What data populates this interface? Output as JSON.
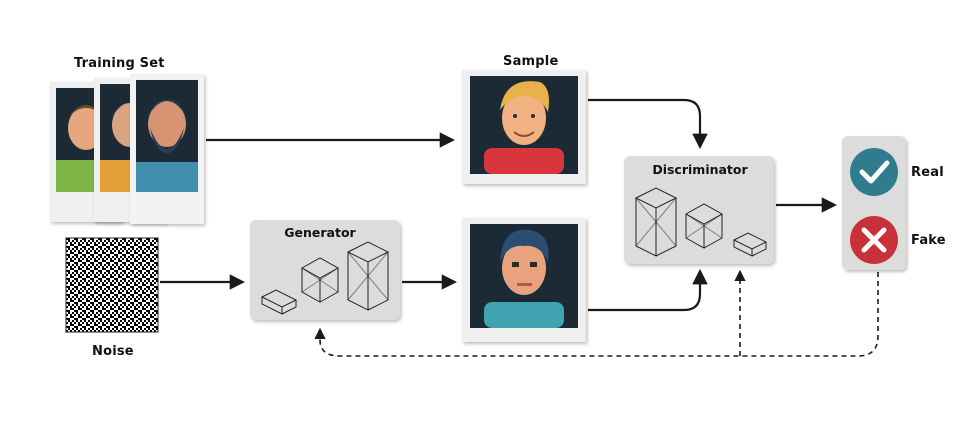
{
  "labels": {
    "training_set": "Training Set",
    "noise": "Noise",
    "sample": "Sample",
    "generator": "Generator",
    "discriminator": "Discriminator",
    "real": "Real",
    "fake": "Fake"
  },
  "icons": {
    "real": "checkmark-icon",
    "fake": "x-icon"
  },
  "colors": {
    "panel_bg": "#dcdcdc",
    "portrait_bg": "#1d2a36",
    "real_badge": "#2f7d8c",
    "fake_badge": "#c8303a",
    "arrow": "#1a1a1a"
  }
}
